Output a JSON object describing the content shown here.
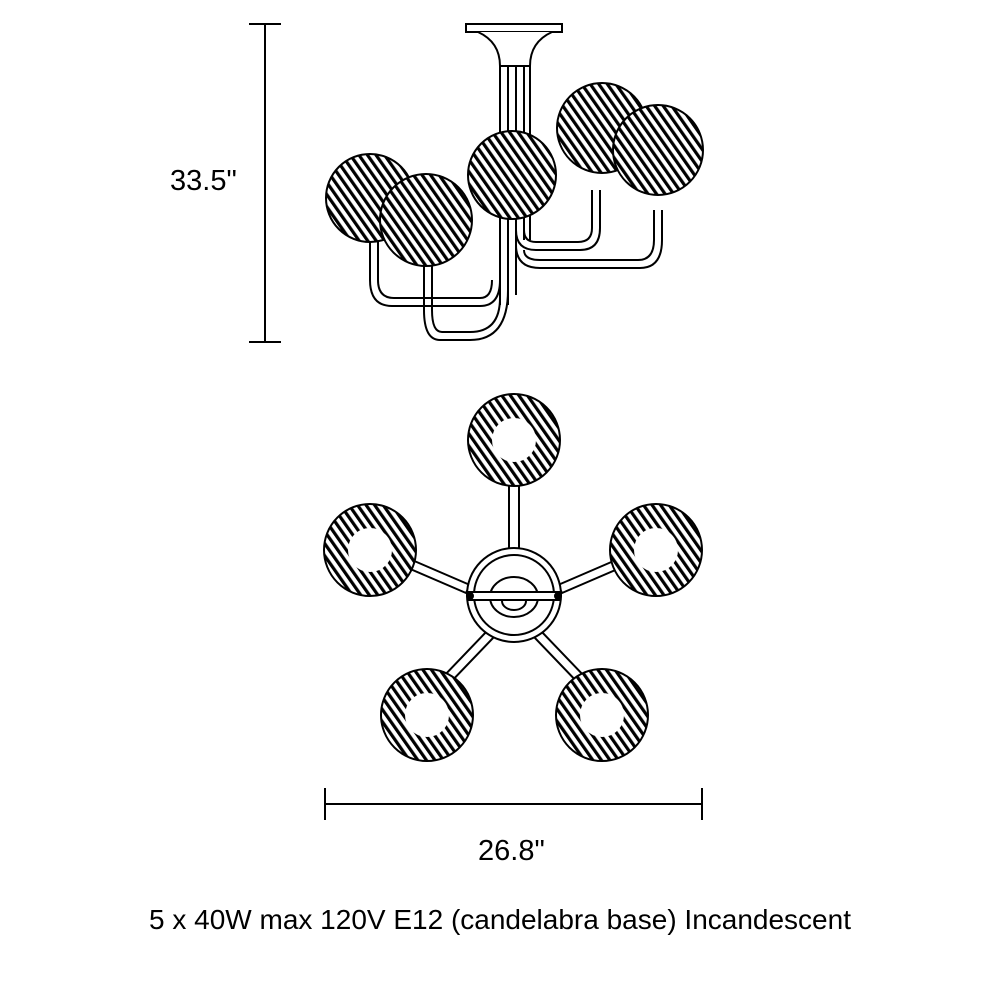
{
  "dimensions": {
    "height": "33.5\"",
    "width": "26.8\""
  },
  "spec": "5 x 40W max 120V E12 (candelabra base) Incandescent",
  "colors": {
    "line": "#000000",
    "background": "#ffffff"
  }
}
